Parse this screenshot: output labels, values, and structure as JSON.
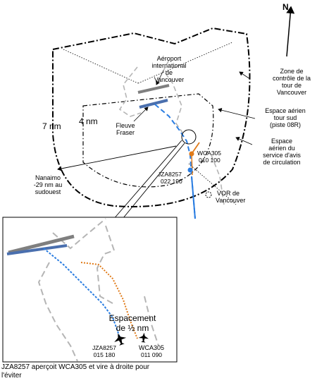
{
  "north_arrow": {
    "label": "N"
  },
  "labels": {
    "airport": [
      "Aéroport",
      "international",
      "de",
      "Vancouver"
    ],
    "tower_zone": [
      "Zone de",
      "contrôle de la",
      "tour de",
      "Vancouver"
    ],
    "south_tower": [
      "Espace aérien",
      "tour sud",
      "(piste 08R)"
    ],
    "advisory": [
      "Espace",
      "aérien du",
      "service d'avis",
      "de circulation"
    ],
    "river": [
      "Fleuve",
      "Fraser"
    ],
    "range_7": "7 nm",
    "range_4": "4 nm",
    "nanaimo": [
      "Nanaimo",
      "-29 nm au",
      "sudouest"
    ],
    "vor": [
      "VOR de",
      "Vancouver"
    ]
  },
  "aircraft": {
    "wca_main": {
      "callsign": "WCA305",
      "data": "010 100"
    },
    "jza_main": {
      "callsign": "JZA8257",
      "data": "022 190"
    },
    "jza_inset": {
      "callsign": "JZA8257",
      "data": "015 180"
    },
    "wca_inset": {
      "callsign": "WCA305",
      "data": "011   090"
    }
  },
  "inset": {
    "spacing": [
      "Espacement",
      "de ½ nm"
    ]
  },
  "caption": [
    "JZA8257 aperçoit WCA305 et vire à droite pour",
    "l'éviter"
  ],
  "colors": {
    "blue_track": "#2a7de1",
    "orange_track": "#e07b1a",
    "runway_gray": "#7f7f7f",
    "runway_blue": "#4a6fae"
  }
}
